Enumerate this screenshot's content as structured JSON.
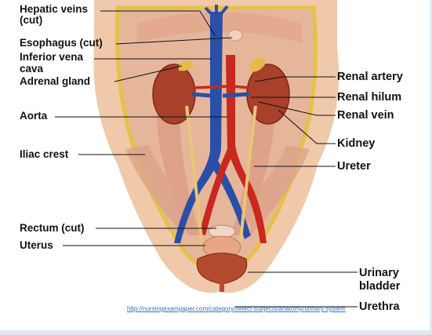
{
  "labels": {
    "hepatic_veins": "Hepatic veins (cut)",
    "esophagus": "Esophagus (cut)",
    "ivc_line1": "Inferior vena",
    "ivc_line2": "cava",
    "adrenal_gland": "Adrenal gland",
    "aorta": "Aorta",
    "iliac_crest": "Iliac crest",
    "rectum": "Rectum (cut)",
    "uterus": "Uterus",
    "renal_artery": "Renal artery",
    "renal_hilum": "Renal hilum",
    "renal_vein": "Renal vein",
    "kidney": "Kidney",
    "ureter": "Ureter",
    "bladder_line1": "Urinary",
    "bladder_line2": "bladder",
    "urethra": "Urethra"
  },
  "source_link": "http://nursingexampaper.com/category/select-subjects/anatomy/urinary-system",
  "colors": {
    "vein": "#2a4fa8",
    "artery": "#c8281e",
    "kidney": "#a8402a",
    "ureter": "#e8c678",
    "muscle": "#e7b59a",
    "skin": "#f3d3b8",
    "outline": "#e3c24a"
  }
}
